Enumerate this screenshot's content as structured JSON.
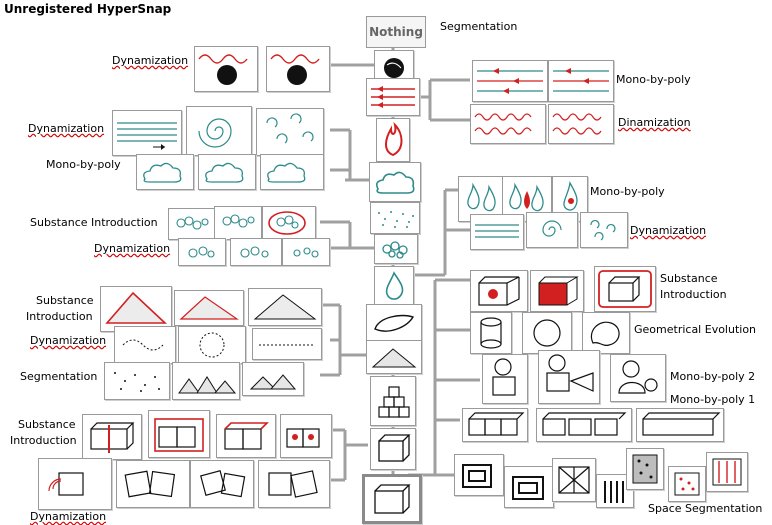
{
  "watermark": "Unregistered HyperSnap",
  "center": {
    "top_card": "Nothing",
    "top_label": "Segmentation"
  },
  "labels": {
    "left": {
      "dyn1": "Dynamization",
      "dyn2": "Dynamization",
      "mono": "Mono-by-poly",
      "subst1": "Substance Introduction",
      "dyn3": "Dynamization",
      "subst2_a": "Substance",
      "subst2_b": "Introduction",
      "dyn4": "Dynamization",
      "seg": "Segmentation",
      "subst3_a": "Substance",
      "subst3_b": "Introduction",
      "dyn5": "Dynamization"
    },
    "right": {
      "mono1": "Mono-by-poly",
      "dyn1": "Dinamization",
      "mono2": "Mono-by-poly",
      "dyn2": "Dynamization",
      "subst_a": "Substance",
      "subst_b": "Introduction",
      "geo": "Geometrical Evolution",
      "mono3": "Mono-by-poly 2",
      "mono4": "Mono-by-poly 1",
      "space": "Space Segmentation"
    }
  },
  "colors": {
    "connector": "#a0a0a0",
    "accent_red": "#d22020",
    "accent_teal": "#2e8b8b",
    "ink": "#111111"
  }
}
